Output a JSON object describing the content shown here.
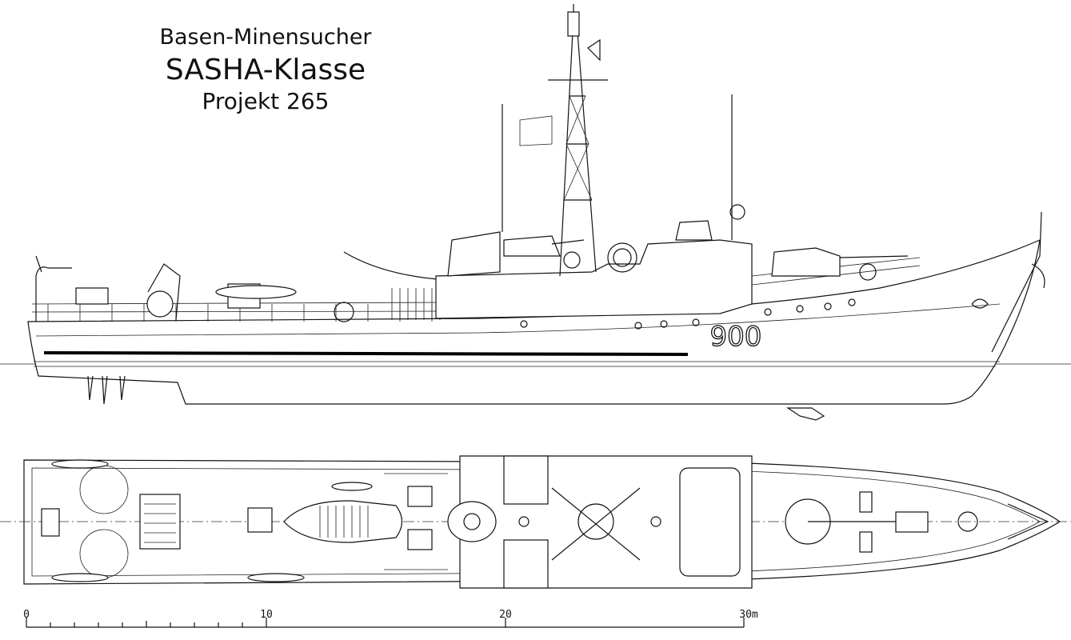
{
  "title": {
    "line1": "Basen-Minensucher",
    "line2": "SASHA-Klasse",
    "line3": "Projekt 265"
  },
  "hull_number": "900",
  "scale_bar": {
    "labels": [
      "0",
      "10",
      "20",
      "30m"
    ],
    "max_m": 30
  },
  "colors": {
    "ink": "#111111",
    "background": "#ffffff"
  }
}
